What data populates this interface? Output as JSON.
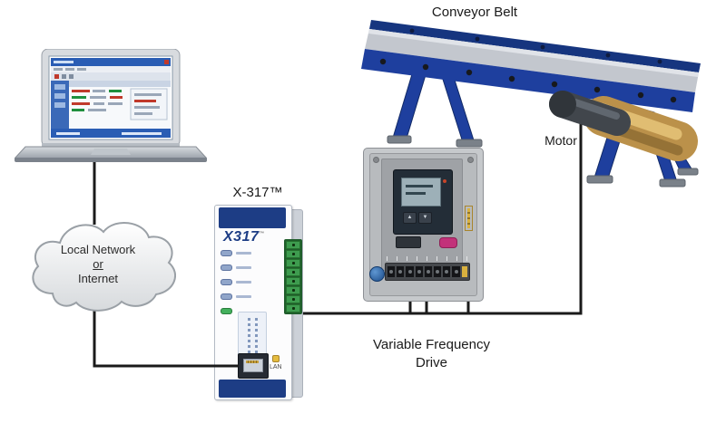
{
  "labels": {
    "conveyor_belt": "Conveyor Belt",
    "motor": "Motor",
    "x317": "X-317™",
    "vfd_line1": "Variable Frequency",
    "vfd_line2": "Drive"
  },
  "cloud": {
    "line1": "Local Network",
    "line2": "or",
    "line3": "Internet"
  },
  "x317_device": {
    "logo": "X317",
    "logo_tm": "™",
    "lan_label": "LAN"
  },
  "colors": {
    "wire": "#1a1a1a",
    "x317_blue": "#1d3d85",
    "conveyor_blue": "#1e3f9e",
    "conveyor_blue_dark": "#16357f",
    "terminal_green": "#3e9c4f",
    "vfd_body_gray": "#c6c9cc",
    "vfd_button_pink": "#c2327a",
    "drum_tan": "#bb914a",
    "motor_gray": "#41464c",
    "laptop_screen_blue": "#2a5db4"
  }
}
